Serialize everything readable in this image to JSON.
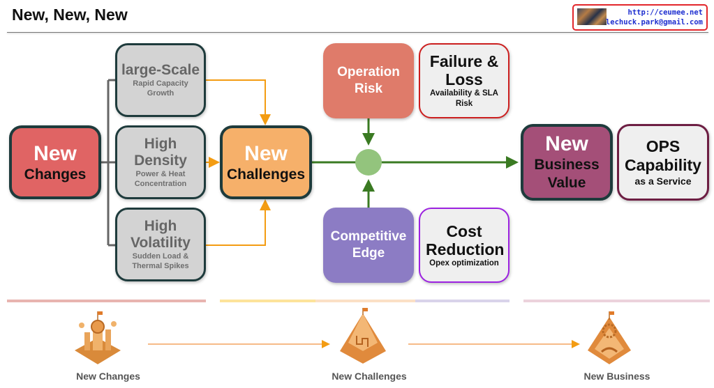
{
  "header": {
    "title": "New, New, New",
    "badge": {
      "url": "http://ceumee.net",
      "email": "lechuck.park@gmail.com",
      "image": "author-avatar-image"
    }
  },
  "diagram": {
    "new_changes": {
      "headline": "New",
      "label": "Changes",
      "color": "#e06464"
    },
    "drivers": [
      {
        "title": "large-Scale",
        "detail": "Rapid Capacity Growth"
      },
      {
        "title": "High Density",
        "detail": "Power & Heat Concentration"
      },
      {
        "title": "High Volatility",
        "detail": "Sudden Load & Thermal Spikes"
      }
    ],
    "new_challenges": {
      "headline": "New",
      "label": "Challenges",
      "color": "#f6b06a"
    },
    "operation_risk": {
      "label": "Operation Risk",
      "color": "#df7b6a"
    },
    "failure_loss": {
      "title": "Failure & Loss",
      "detail": "Availability & SLA Risk",
      "border_color": "#cc1f1f"
    },
    "competitive_edge": {
      "label": "Competitive Edge",
      "color": "#8c7cc4"
    },
    "cost_reduction": {
      "title": "Cost Reduction",
      "detail": "Opex optimization",
      "border_color": "#9c22e0"
    },
    "new_business_value": {
      "headline": "New",
      "label": "Business Value",
      "color": "#a44f78"
    },
    "ops_capability": {
      "title": "OPS Capability",
      "detail": "as a Service",
      "border_color": "#6d1e43"
    },
    "colors": {
      "flow_green": "#3a7a22",
      "junction_green": "#93c47d",
      "orange_arrow": "#f39c12",
      "tree_gray": "#666666"
    }
  },
  "timeline": {
    "stages": [
      {
        "label": "New Changes",
        "icon": "isometric-city-rocket-icon"
      },
      {
        "label": "New Challenges",
        "icon": "mountain-maze-flag-icon"
      },
      {
        "label": "New Business",
        "icon": "gear-city-growth-icon"
      }
    ],
    "bar_colors": [
      "#e8b4b0",
      "#fde39b",
      "#fbe0c6",
      "#d9d3ea",
      "#ecd2dc"
    ]
  }
}
